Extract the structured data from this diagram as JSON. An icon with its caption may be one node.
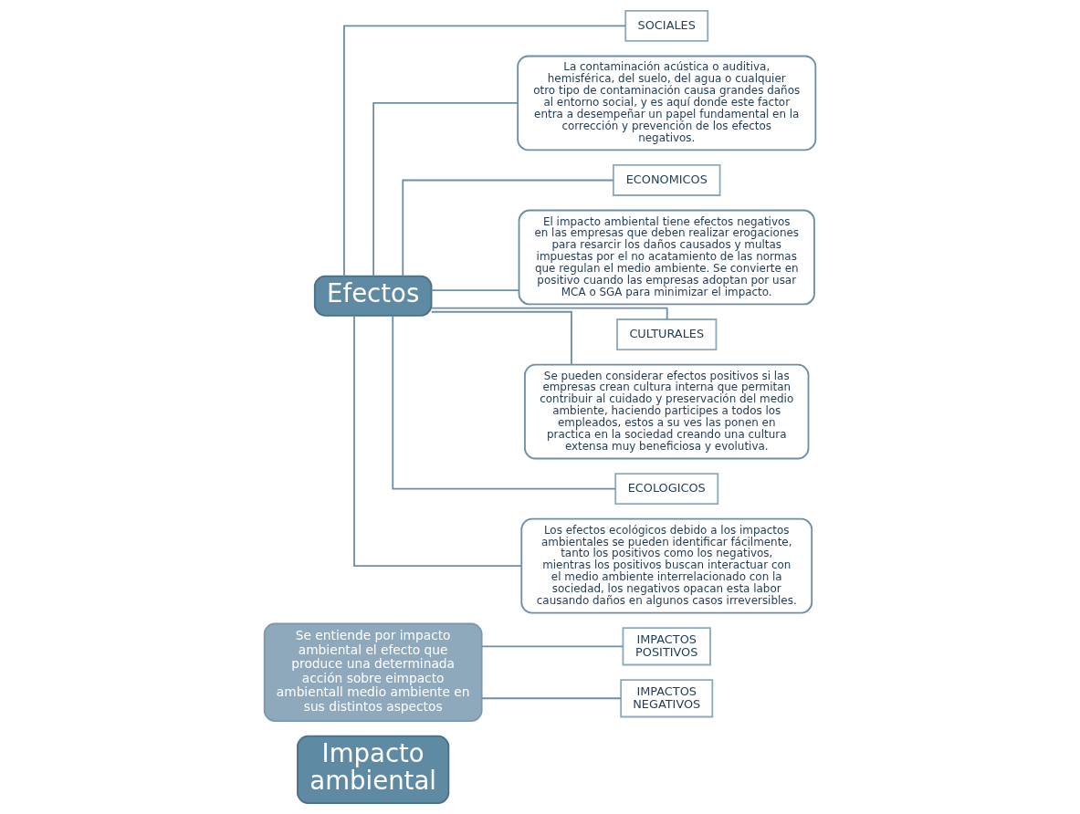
{
  "diagram": {
    "nodes": [
      {
        "text": [
          "Impacto ambiental"
        ]
      },
      {
        "text": [
          "Se entiende por impacto ambiental el efecto que produce una determinada acción sobre eimpacto ambientall medio ambiente en sus distintos aspectos"
        ]
      },
      {
        "text": [
          "Efectos"
        ]
      },
      {
        "text": [
          "IMPACTOS POSITIVOS"
        ]
      },
      {
        "text": [
          "IMPACTOS NEGATIVOS"
        ]
      },
      {
        "text": [
          "SOCIALES"
        ]
      },
      {
        "text": [
          "La contaminación acústica o auditiva, hemisférica, del suelo, del agua o cualquier otro tipo de contaminación causa grandes daños al entorno social, y es aquí donde este factor entra a desempeñar un papel fundamental en la corrección y prevención de los efectos negativos."
        ]
      },
      {
        "text": [
          "ECONOMICOS"
        ]
      },
      {
        "text": [
          "El impacto ambiental tiene efectos negativos en las empresas que deben realizar erogaciones para resarcir los daños causados y multas impuestas por el no acatamiento de las normas que regulan el medio ambiente. Se convierte en positivo cuando las empresas adoptan por usar MCA o SGA para minimizar el impacto."
        ]
      },
      {
        "text": [
          "CULTURALES"
        ]
      },
      {
        "text": [
          "Se pueden considerar efectos positivos si las empresas crean cultura interna que permitan contribuir al cuidado y preservación del medio ambiente, haciendo participes a todos los empleados, estos a su ves las ponen en practica en la sociedad creando una cultura extensa muy beneficiosa y evolutiva."
        ]
      },
      {
        "text": [
          "ECOLOGICOS"
        ]
      },
      {
        "text": [
          "Los efectos ecológicos debido a los impactos ambientales se pueden identificar fácilmente, tanto los positivos como los negativos, mientras los positivos buscan interactuar con el medio ambiente interrelacionado con la sociedad, los negativos opacan esta labor causando daños en algunos casos irreversibles."
        ]
      }
    ],
    "edges": [
      {
        "from": 1,
        "to": 3,
        "arrow": "none"
      },
      {
        "from": 1,
        "to": 4,
        "arrow": "none"
      },
      {
        "from": 2,
        "to": 5,
        "arrow": "none"
      },
      {
        "from": 2,
        "to": 6,
        "arrow": "none"
      },
      {
        "from": 2,
        "to": 7,
        "arrow": "none"
      },
      {
        "from": 2,
        "to": 8,
        "arrow": "none"
      },
      {
        "from": 2,
        "to": 9,
        "arrow": "none"
      },
      {
        "from": 2,
        "to": 10,
        "arrow": "none"
      },
      {
        "from": 2,
        "to": 11,
        "arrow": "none"
      },
      {
        "from": 2,
        "to": 12,
        "arrow": "none"
      }
    ]
  }
}
